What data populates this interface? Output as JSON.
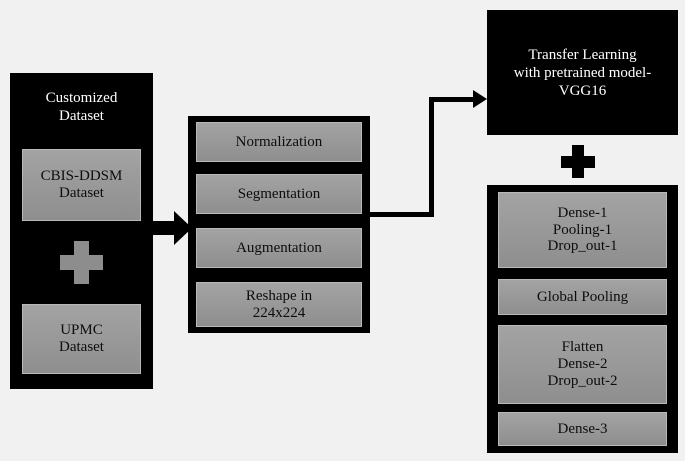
{
  "diagram": {
    "title": "Customized dataset to VGG16 transfer learning pipeline",
    "background_color": "#f1f1f1",
    "panel_color": "#000000",
    "cell_color": "#9a9a9a",
    "text_on_panel_color": "#ffffff"
  },
  "dataset_panel": {
    "heading": "Customized\nDataset",
    "items": [
      {
        "label": "CBIS-DDSM\nDataset"
      },
      {
        "label": "UPMC\nDataset"
      }
    ],
    "separator_symbol": "+"
  },
  "preprocessing_panel": {
    "steps": [
      {
        "label": "Normalization"
      },
      {
        "label": "Segmentation"
      },
      {
        "label": "Augmentation"
      },
      {
        "label": "Reshape in\n224x224"
      }
    ]
  },
  "model_panel": {
    "label": "Transfer Learning\nwith pretrained model-\nVGG16"
  },
  "combine_symbol": "+",
  "classifier_panel": {
    "layers": [
      {
        "label": "Dense-1\nPooling-1\nDrop_out-1"
      },
      {
        "label": "Global Pooling"
      },
      {
        "label": "Flatten\nDense-2\nDrop_out-2"
      },
      {
        "label": "Dense-3"
      }
    ]
  },
  "connectors": [
    {
      "name": "dataset-to-preprocessing",
      "style": "block-arrow"
    },
    {
      "name": "preprocessing-to-model",
      "style": "elbow-arrow"
    }
  ]
}
